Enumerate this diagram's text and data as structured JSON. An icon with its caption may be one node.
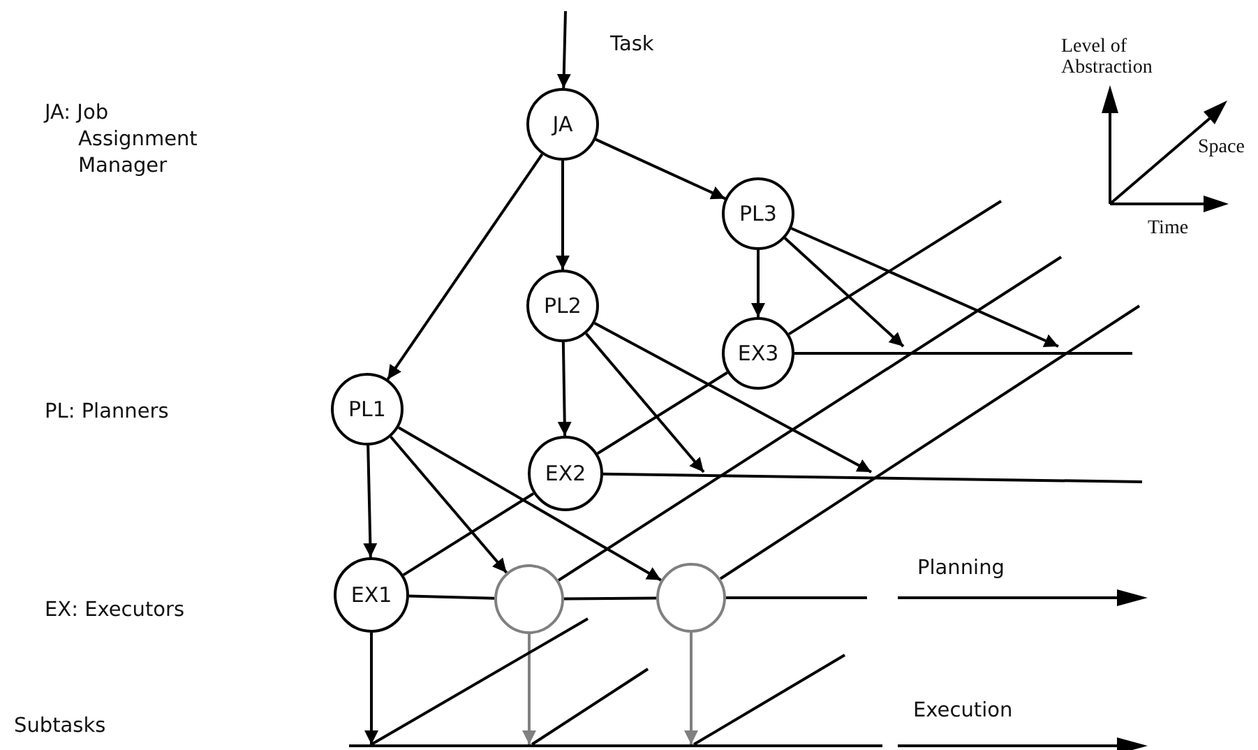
{
  "diagram": {
    "nodes": [
      {
        "text": [
          "JA"
        ]
      },
      {
        "text": [
          "PL3"
        ]
      },
      {
        "text": [
          "PL2"
        ]
      },
      {
        "text": [
          "EX3"
        ]
      },
      {
        "text": [
          "PL1"
        ]
      },
      {
        "text": [
          "EX2"
        ]
      },
      {
        "text": [
          "EX1"
        ]
      },
      {
        "text": [],
        "shape": "circle"
      },
      {
        "text": [],
        "shape": "circle"
      }
    ],
    "edges": [
      {
        "from": null,
        "to": 0,
        "arrow": "to"
      },
      {
        "from": 0,
        "to": 1,
        "arrow": "to"
      },
      {
        "from": 0,
        "to": 2,
        "arrow": "to"
      },
      {
        "from": 0,
        "to": 4,
        "arrow": "to"
      },
      {
        "from": 1,
        "to": 3,
        "arrow": "to"
      },
      {
        "from": 1,
        "to": null,
        "arrow": "to"
      },
      {
        "from": 1,
        "to": null,
        "arrow": "to"
      },
      {
        "from": 2,
        "to": 5,
        "arrow": "to"
      },
      {
        "from": 2,
        "to": null,
        "arrow": "to"
      },
      {
        "from": 2,
        "to": null,
        "arrow": "to"
      },
      {
        "from": 4,
        "to": 6,
        "arrow": "to"
      },
      {
        "from": 4,
        "to": 7,
        "arrow": "to"
      },
      {
        "from": 4,
        "to": 8,
        "arrow": "to"
      },
      {
        "from": 6,
        "to": 7,
        "arrow": "none"
      },
      {
        "from": 7,
        "to": 8,
        "arrow": "none"
      },
      {
        "from": 8,
        "to": null,
        "arrow": "none"
      },
      {
        "from": 5,
        "to": null,
        "arrow": "none"
      },
      {
        "from": 3,
        "to": null,
        "arrow": "none"
      },
      {
        "from": 6,
        "to": 5,
        "arrow": "none"
      },
      {
        "from": 5,
        "to": 3,
        "arrow": "none"
      },
      {
        "from": 3,
        "to": null,
        "arrow": "none"
      },
      {
        "from": 7,
        "to": null,
        "arrow": "none"
      },
      {
        "from": 8,
        "to": null,
        "arrow": "none"
      },
      {
        "from": 6,
        "to": null,
        "arrow": "to"
      },
      {
        "from": 7,
        "to": null,
        "arrow": "to",
        "color": "#808080"
      },
      {
        "from": 8,
        "to": null,
        "arrow": "to",
        "color": "#808080"
      }
    ],
    "labels": [
      "Task",
      "JA: Job Assignment Manager",
      "Level of Abstraction",
      "Space",
      "Time",
      "PL: Planners",
      "Planning",
      "EX: Executors",
      "Execution",
      "Subtasks"
    ]
  }
}
